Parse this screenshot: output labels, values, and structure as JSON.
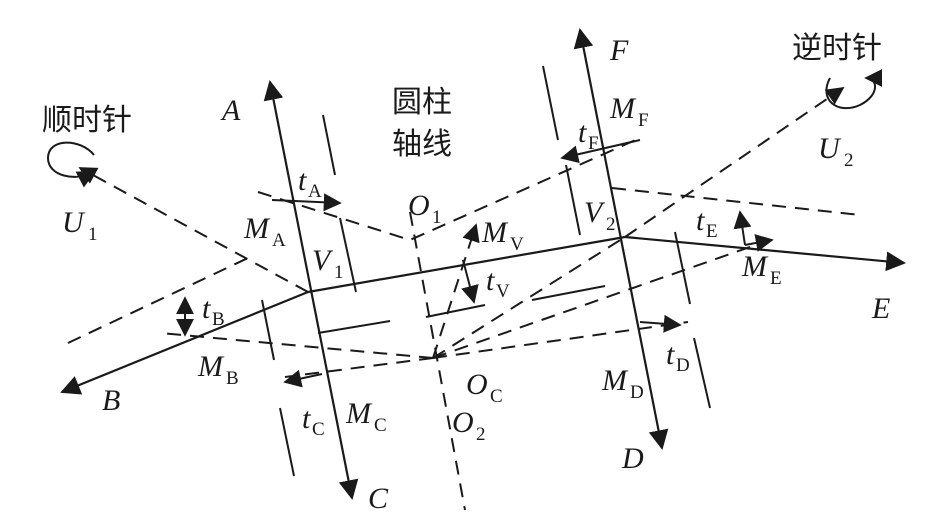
{
  "labels": {
    "A": "A",
    "B": "B",
    "C": "C",
    "D": "D",
    "E": "E",
    "F": "F",
    "U": "U",
    "V": "V",
    "O": "O",
    "M": "M",
    "t": "t",
    "sub_1": "1",
    "sub_2": "2",
    "sub_C": "C",
    "sub_A": "A",
    "sub_B": "B",
    "sub_D": "D",
    "sub_E": "E",
    "sub_F": "F",
    "sub_V": "V"
  },
  "text": {
    "clockwise": "顺时针",
    "counterclockwise": "逆时针",
    "axis_line1": "圆柱",
    "axis_line2": "轴线"
  },
  "colors": {
    "ink": "#1a1a1a",
    "background": "#ffffff"
  }
}
